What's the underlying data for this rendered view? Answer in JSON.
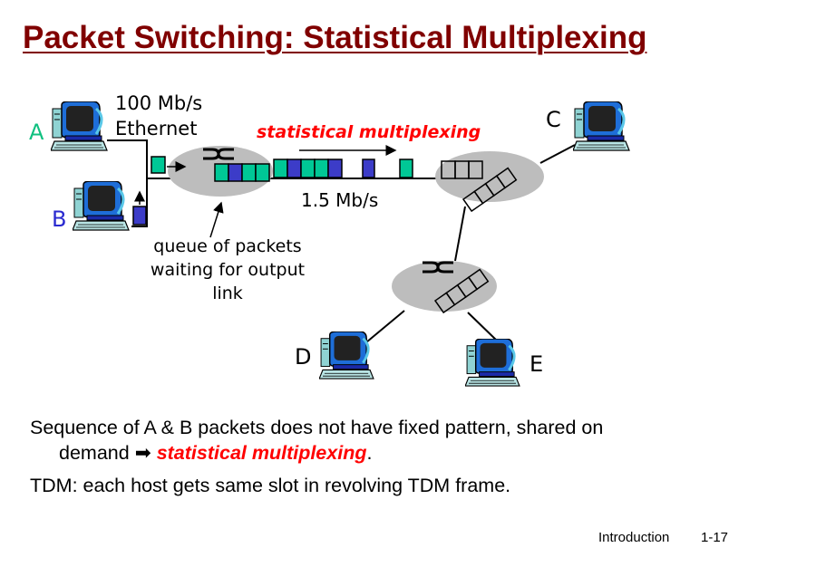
{
  "title": "Packet Switching: Statistical Multiplexing",
  "diagram": {
    "hosts": {
      "a": "A",
      "b": "B",
      "c": "C",
      "d": "D",
      "e": "E"
    },
    "ethernet_rate": "100 Mb/s",
    "ethernet_label": "Ethernet",
    "stat_mux_label": "statistical multiplexing",
    "link_rate": "1.5 Mb/s",
    "queue_note": [
      "queue of packets",
      "waiting for output",
      "link"
    ],
    "colors": {
      "host_a_packet": "#00c896",
      "host_b_packet": "#3c3cc8",
      "router": "#bdbdbd",
      "accent": "#ff0000"
    }
  },
  "body": {
    "line1": "Sequence of A & B packets does not have fixed pattern, shared on",
    "line2_prefix": "demand",
    "line2_arrow": "➡",
    "line2_emph": "statistical multiplexing",
    "line2_suffix": ".",
    "line3": "TDM: each host gets same slot in revolving TDM frame."
  },
  "footer": {
    "section": "Introduction",
    "page": "1-17"
  }
}
